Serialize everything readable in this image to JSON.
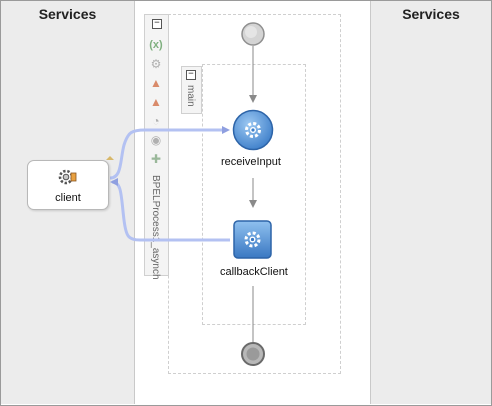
{
  "lanes": {
    "left_title": "Services",
    "right_title": "Services"
  },
  "partner_link": {
    "label": "client",
    "icon": "gear-interface-icon"
  },
  "process": {
    "name": "BPELProcess1_asynch",
    "scope_name": "main"
  },
  "palette_icons": [
    "collapse-icon",
    "variable-icon",
    "gear-icon",
    "assign-icon",
    "assign-icon",
    "assign-icon",
    "invoke-icon",
    "receive-icon"
  ],
  "activities": [
    {
      "label": "receiveInput",
      "type": "receive"
    },
    {
      "label": "callbackClient",
      "type": "invoke"
    }
  ],
  "colors": {
    "lane_background": "#ececec",
    "activity_blue": "#4a8fd6",
    "link_blue": "#aab9f0",
    "connector_gray": "#8a8a8a"
  }
}
